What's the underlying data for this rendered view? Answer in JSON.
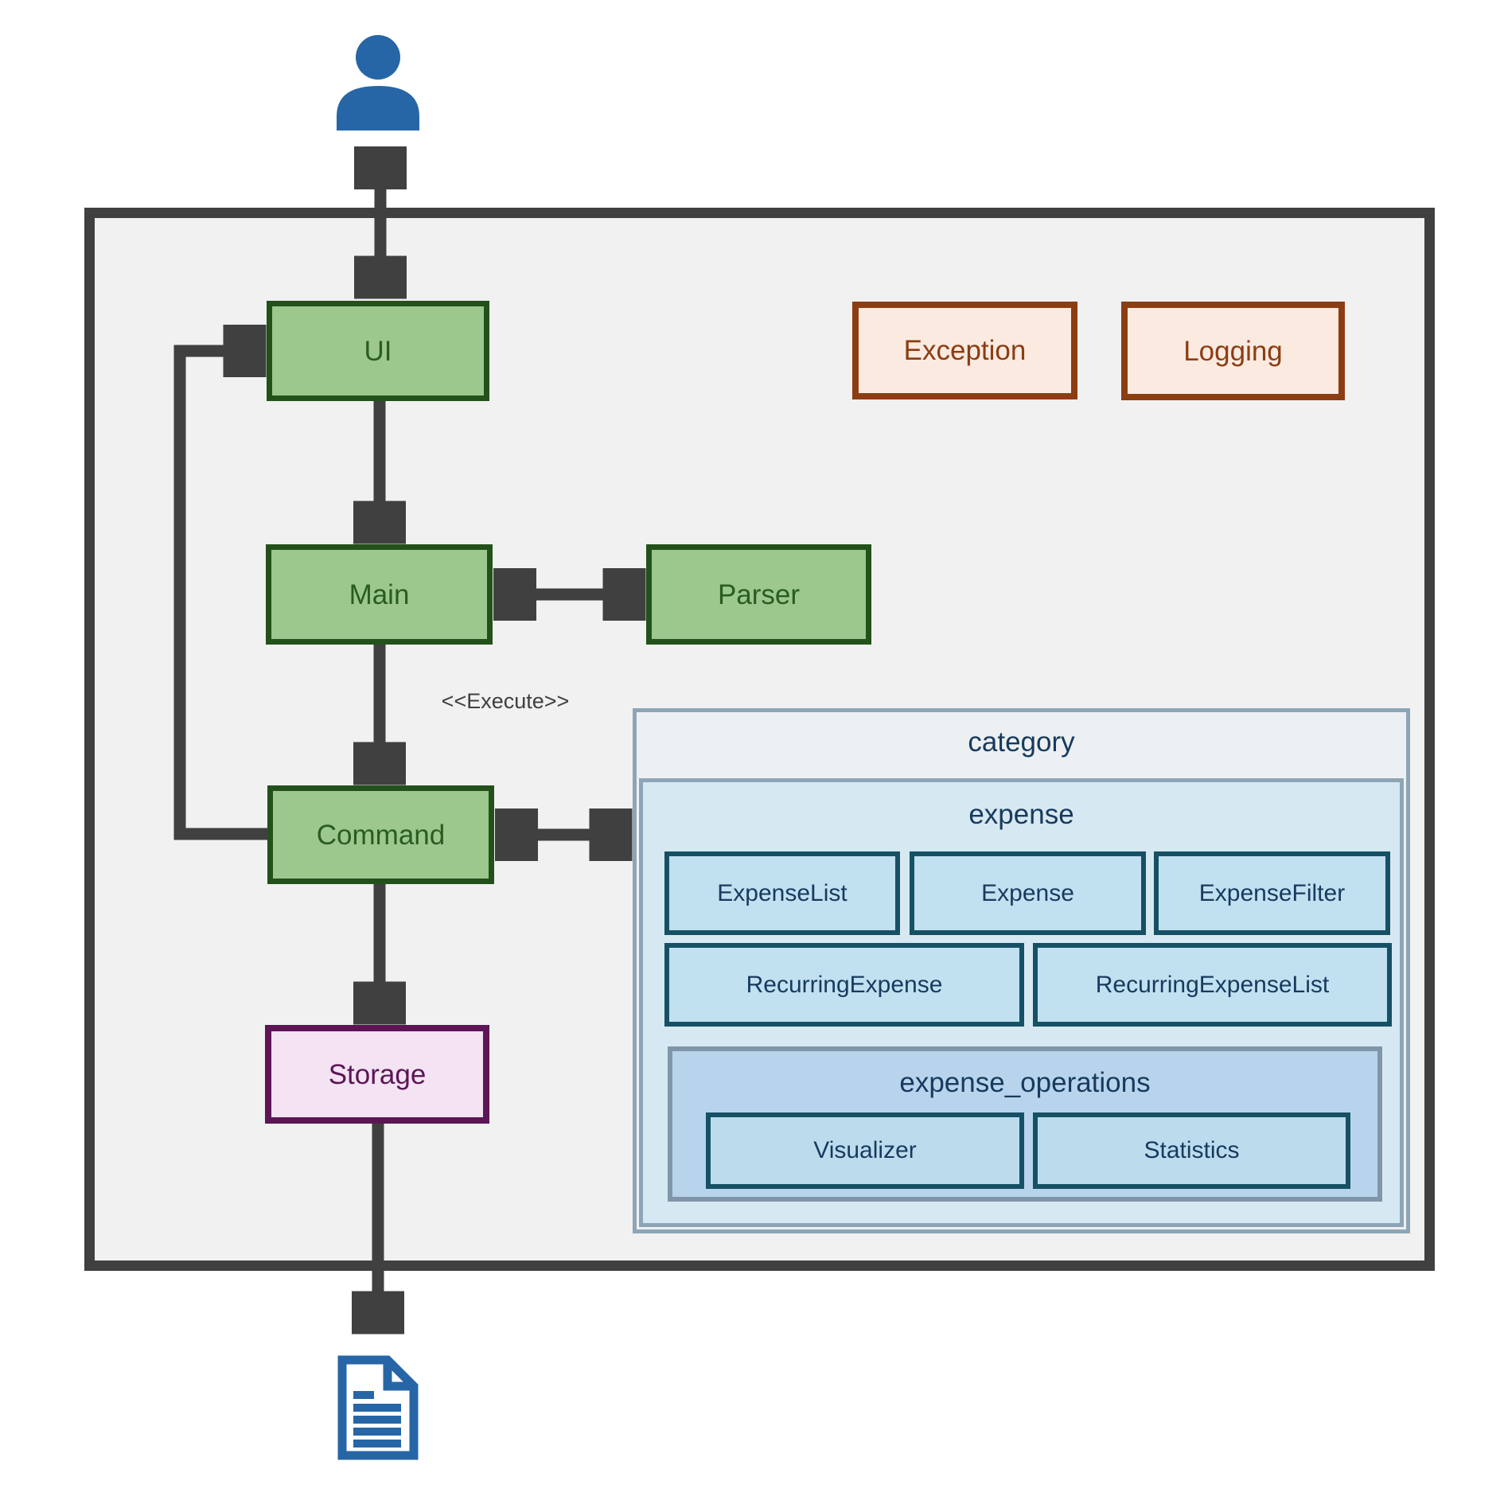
{
  "diagram": {
    "title_hint": "expense tracker architecture diagram",
    "icons": {
      "user": "person-icon",
      "output": "document-icon"
    },
    "nodes": {
      "ui": {
        "label": "UI"
      },
      "main": {
        "label": "Main"
      },
      "parser": {
        "label": "Parser"
      },
      "command": {
        "label": "Command"
      },
      "storage": {
        "label": "Storage"
      },
      "exception": {
        "label": "Exception"
      },
      "logging": {
        "label": "Logging"
      }
    },
    "packages": {
      "category": {
        "label": "category"
      },
      "expense": {
        "label": "expense",
        "classes": [
          "ExpenseList",
          "Expense",
          "ExpenseFilter",
          "RecurringExpense",
          "RecurringExpenseList"
        ]
      },
      "expense_operations": {
        "label": "expense_operations",
        "classes": [
          "Visualizer",
          "Statistics"
        ]
      }
    },
    "edge_labels": {
      "execute": "<<Execute>>"
    },
    "edges": [
      "user <-> UI",
      "UI -> Main",
      "Main <-> Parser",
      "Main -> Command (<<Execute>>)",
      "Command -> UI (feedback loop)",
      "Command <-> expense package",
      "Command -> Storage",
      "Storage -> output document"
    ],
    "colors": {
      "arrow_outline": "#404040",
      "boundary_fill": "#F1F1F1",
      "green_fill": "#9CC88E",
      "green_border": "#23511A",
      "green_text": "#2A5C20",
      "support_fill": "#FBEAE0",
      "support_border": "#8C3D12",
      "storage_fill": "#F3E3F3",
      "storage_border": "#5D1556",
      "package_border": "#8EA5B5",
      "package_header_fill": "#EDF0F2",
      "expense_fill": "#D6E8F1",
      "class_fill": "#C1E0F0",
      "class_border": "#165064",
      "ops_fill": "#B8D4EC",
      "ops_border": "#8096A8",
      "navy_text": "#173A5E",
      "icon_blue": "#2766A6",
      "edge_label_text": "#3F3F3F"
    }
  }
}
